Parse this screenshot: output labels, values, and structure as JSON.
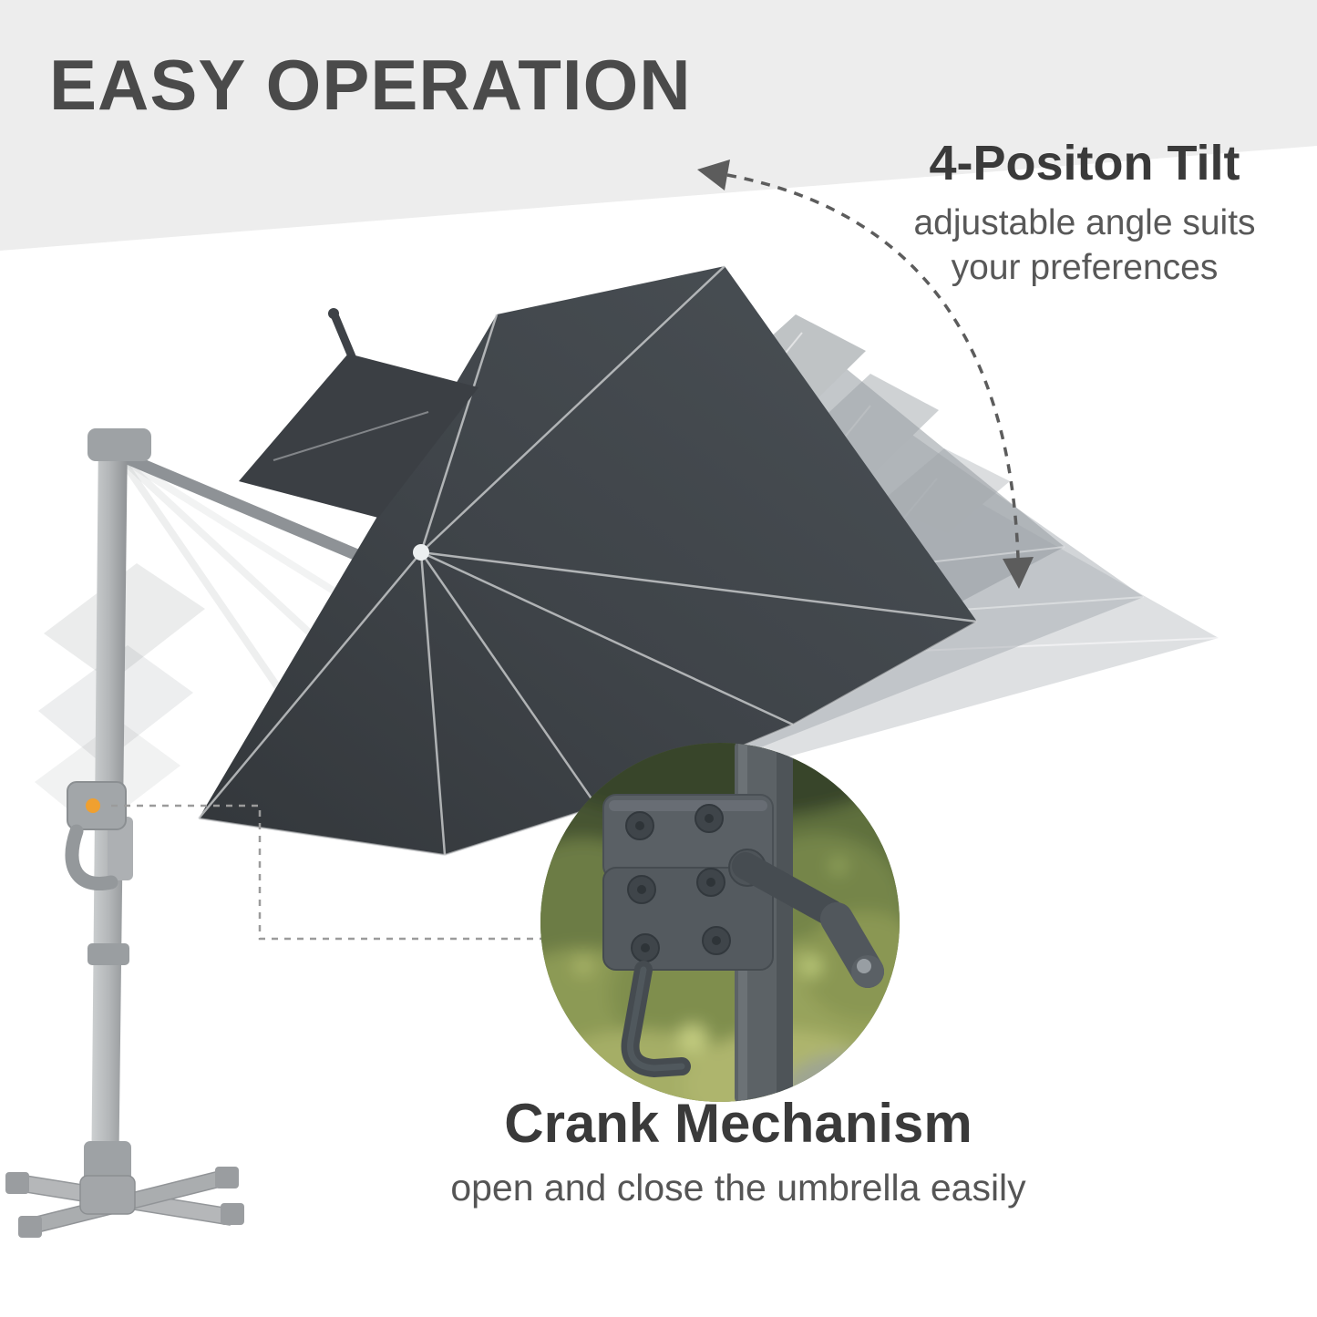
{
  "title": "EASY OPERATION",
  "features": {
    "tilt": {
      "heading": "4-Positon Tilt",
      "description_line1": "adjustable angle suits",
      "description_line2": "your preferences"
    },
    "crank": {
      "heading": "Crank Mechanism",
      "description": "open and close the umbrella easily"
    }
  },
  "colors": {
    "background": "#ffffff",
    "band": "#ededed",
    "heading_text": "#3a3a3a",
    "body_text": "#585858",
    "canopy_dark": "#3e4247",
    "ghost_canopy": "#a3a9ae",
    "pole_gray": "#b3b6b8",
    "accent_dot": "#f0a030",
    "foliage_green": "#5e6e41",
    "mechanism_gray": "#545a5f",
    "arrow": "#5c5c5c"
  },
  "icons": [
    {
      "name": "tilt-arrow-icon"
    },
    {
      "name": "callout-leader-icon"
    },
    {
      "name": "tilt-handle-dot-icon"
    }
  ]
}
